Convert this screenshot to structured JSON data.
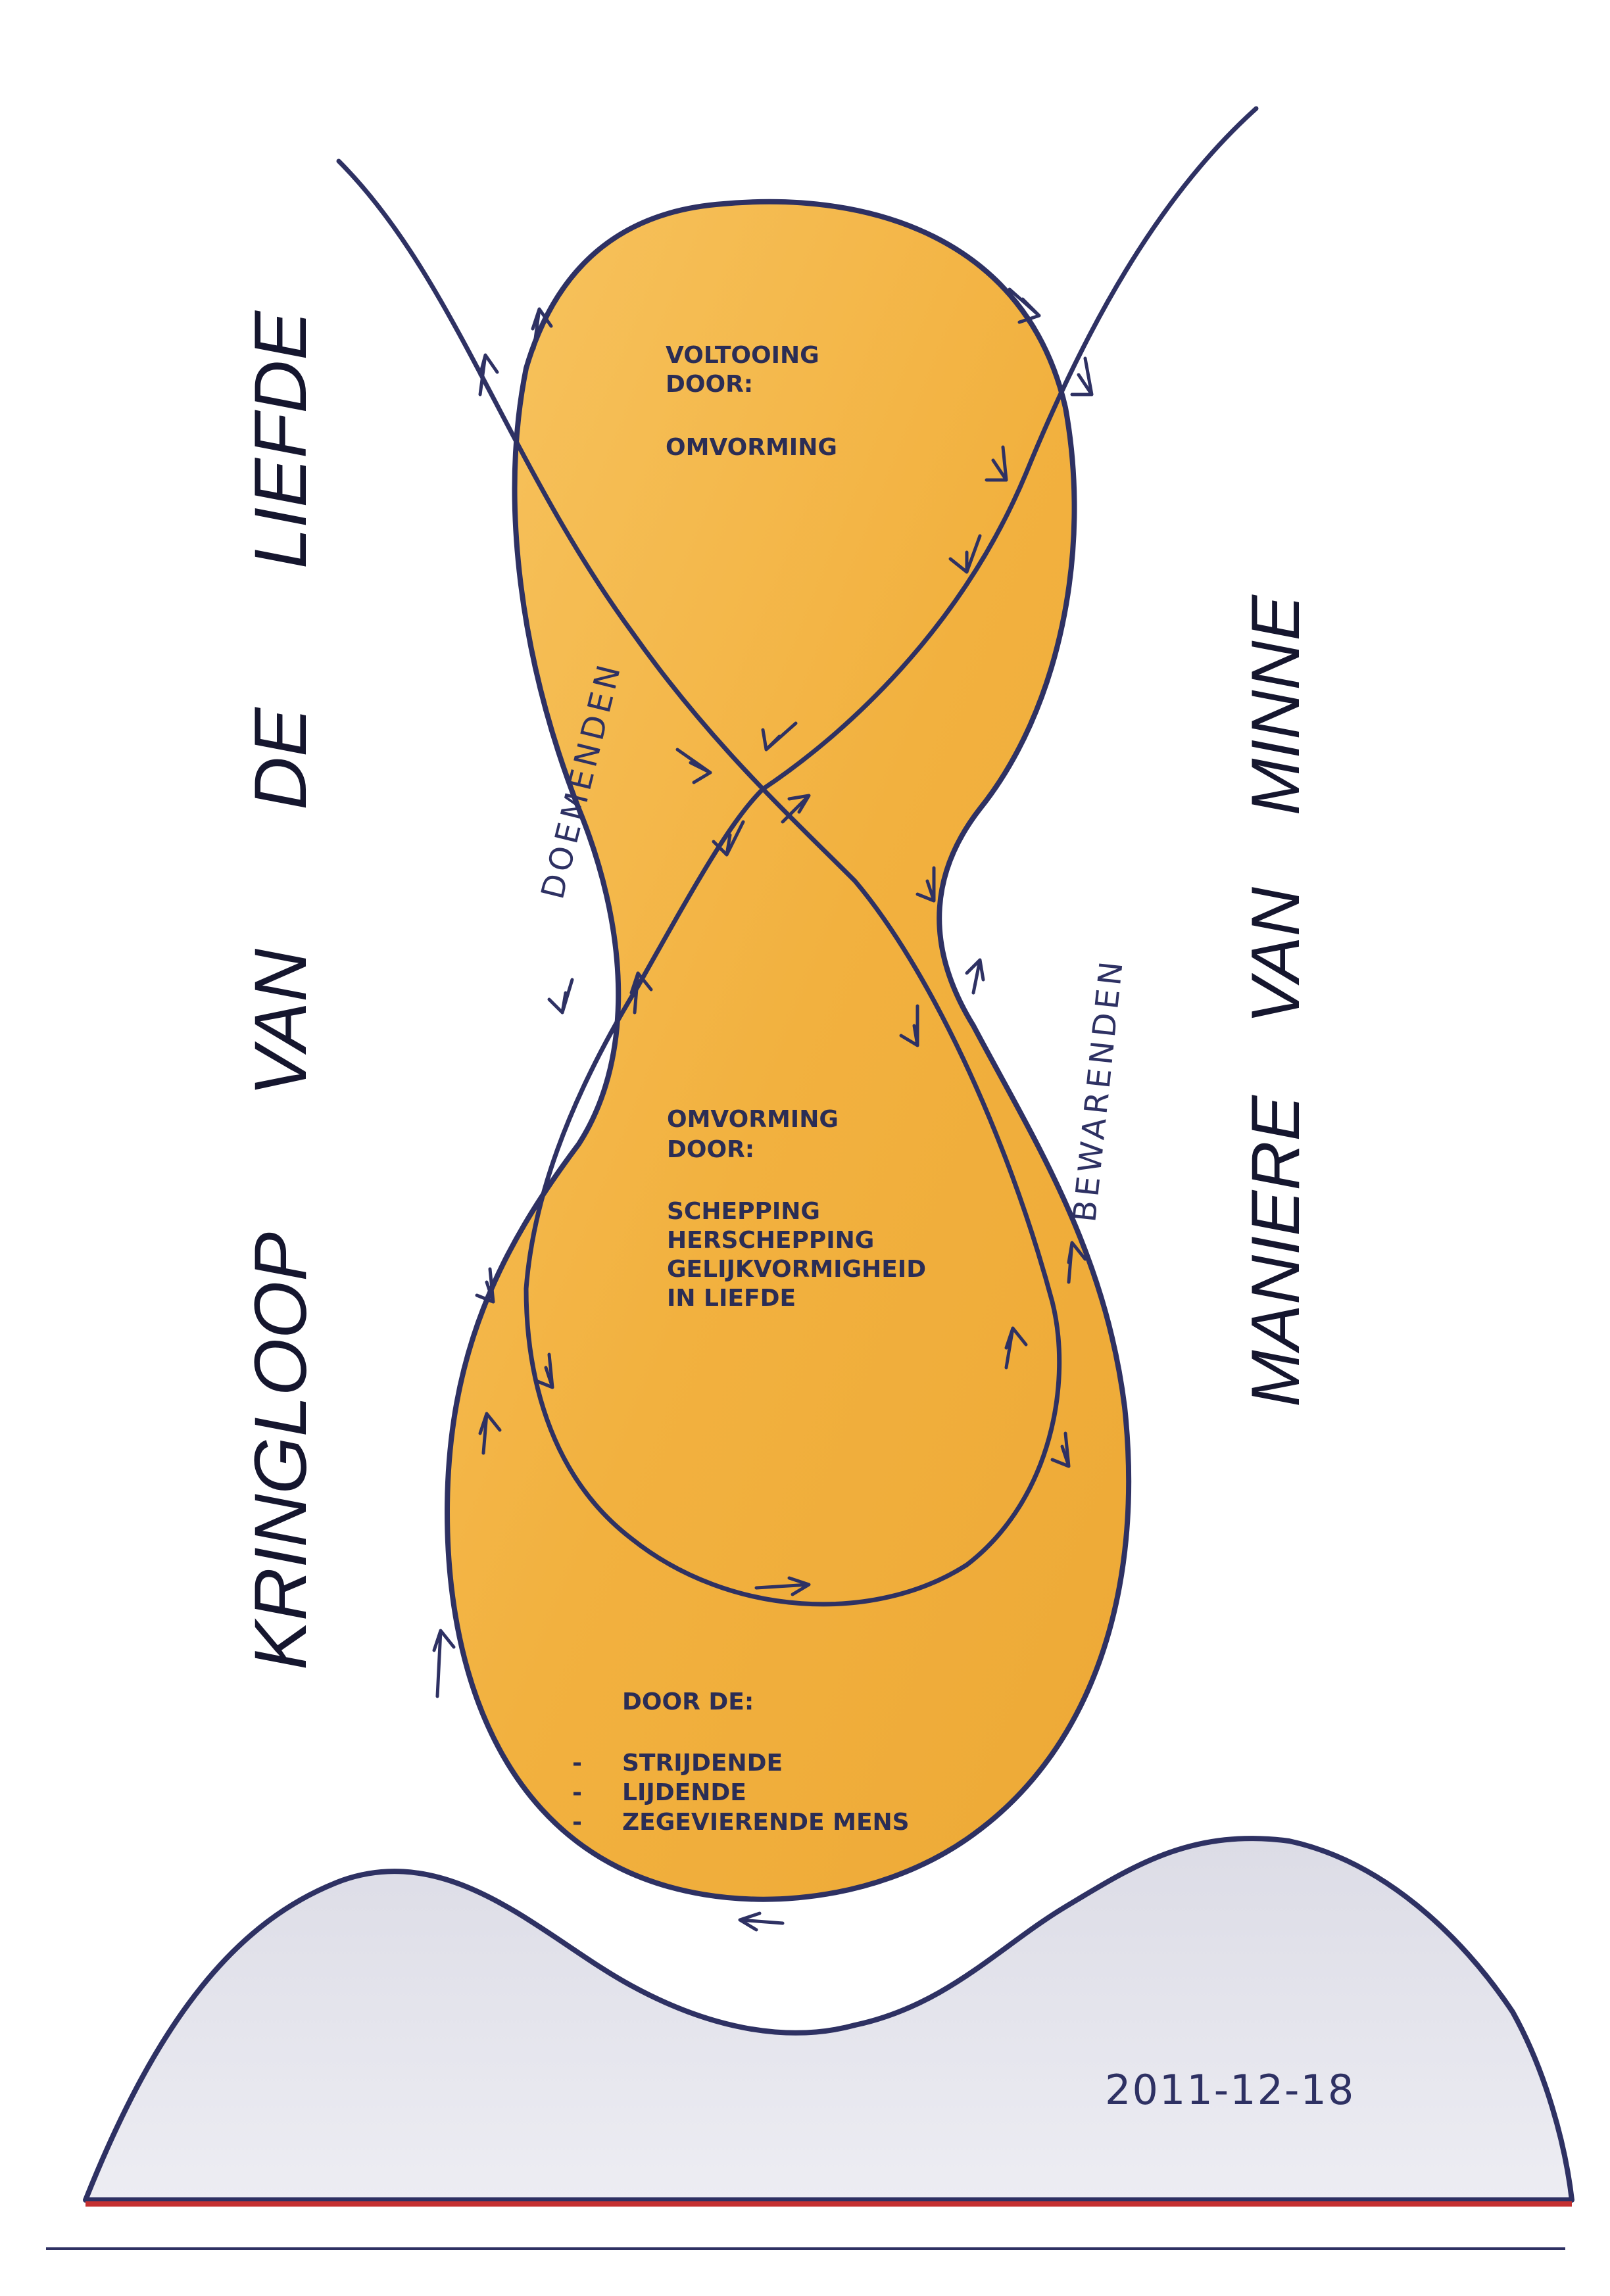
{
  "diagram": {
    "titles": {
      "left": "KRINGLOOP VAN DE LIEFDE",
      "right": "MANIERE VAN MINNE"
    },
    "path_labels": {
      "left": "DOEMENDEN",
      "right": "BEWARENDEN"
    },
    "blocks": {
      "top": {
        "line1": "VOLTOOING",
        "line2": "DOOR:",
        "line3": "OMVORMING"
      },
      "middle": {
        "line1": "OMVORMING",
        "line2": "DOOR:",
        "item1": "SCHEPPING",
        "item2": "HERSCHEPPING",
        "item3": "GELIJKVORMIGHEID",
        "item4": "IN LIEFDE"
      },
      "bottom": {
        "line1": "DOOR DE:",
        "bullet": "-",
        "item1": "STRIJDENDE",
        "item2": "LIJDENDE",
        "item3": "ZEGEVIERENDE MENS"
      }
    },
    "date": "2011-12-18",
    "colors": {
      "fill": "#f2b13f",
      "fill_light": "#f7c766",
      "hill": "#e6e6ee",
      "outline": "#2e3163",
      "text": "#2b2d55"
    }
  }
}
